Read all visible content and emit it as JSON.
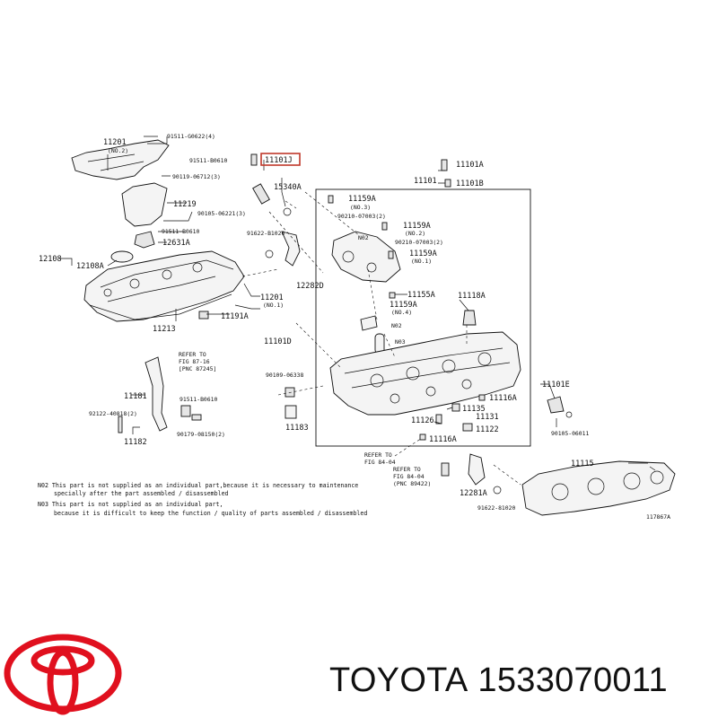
{
  "labels": {
    "p11201_no2": "11201",
    "p11201_no2_sub": "(NO.2)",
    "p91511_g0622": "91511-G0622(4)",
    "p91511_b0610_top": "91511-B0610",
    "p11101j": "11101J",
    "p15340a": "15340A",
    "p90119_06712": "90119-06712(3)",
    "p11219": "11219",
    "p90105_06221": "90105-06221(3)",
    "p91511_b0610_mid": "91511-B0610",
    "p12631a": "12631A",
    "p91622_b1020": "91622-B1020",
    "p12108": "12108",
    "p12108a": "12108A",
    "p12282d": "12282D",
    "p11201_no1": "11201",
    "p11201_no1_sub": "(NO.1)",
    "p11213": "11213",
    "p11191a": "11191A",
    "p11101a": "11101A",
    "p11101": "11101",
    "p11101b": "11101B",
    "p11159a_1": "11159A",
    "p11159a_1_sub": "(NO.3)",
    "p90210_07003_1": "90210-07003(2)",
    "p11159a_2": "11159A",
    "p11159a_2_sub": "(NO.2)",
    "p90210_07003_2": "90210-07003(2)",
    "p11159a_3": "11159A",
    "p11159a_3_sub": "(NO.1)",
    "n02_a": "N02",
    "p11155a": "11155A",
    "p11118a": "11118A",
    "p11159a_4": "11159A",
    "p11159a_4_sub": "(NO.4)",
    "n02_b": "N02",
    "n03": "N03",
    "p11101d": "11101D",
    "refer_1_a": "REFER TO",
    "refer_1_b": "FIG 87-16",
    "refer_1_c": "[PNC 87245]",
    "p90109_06338": "90109-06338",
    "p11181": "11181",
    "p91511_b0610_low": "91511-B0610",
    "p92122_40818": "92122-40818(2)",
    "p90179_08150": "90179-08150(2)",
    "p11182": "11182",
    "p11183": "11183",
    "p11116a_1": "11116A",
    "p11101e": "11101E",
    "p11135": "11135",
    "p11126": "11126",
    "p11131": "11131",
    "p11122": "11122",
    "p90105_06011": "90105-06011",
    "p11116a_2": "11116A",
    "refer_2_a": "REFER TO",
    "refer_2_b": "FIG 84-04",
    "refer_3_a": "REFER TO",
    "refer_3_b": "FIG 84-04",
    "refer_3_c": "(PNC 89422)",
    "p11115": "11115",
    "p12281a": "12281A",
    "p91622_81020": "91622-81020",
    "fig_id": "117867A"
  },
  "notes": {
    "n02_line1": "N02 This part is not supplied as an individual part,because it is necessary to maintenance",
    "n02_line2": "specially after the part assembled / disassembled",
    "n03_line1": "N03 This part is not supplied as an individual part,",
    "n03_line2": "because it is difficult to keep the function / quality of parts assembled / disassembled"
  },
  "highlight": {
    "part": "11101J",
    "color": "#c0392b"
  },
  "brand": {
    "name": "TOYOTA",
    "part_number": "1533070011",
    "logo_color": "#e0101e"
  }
}
